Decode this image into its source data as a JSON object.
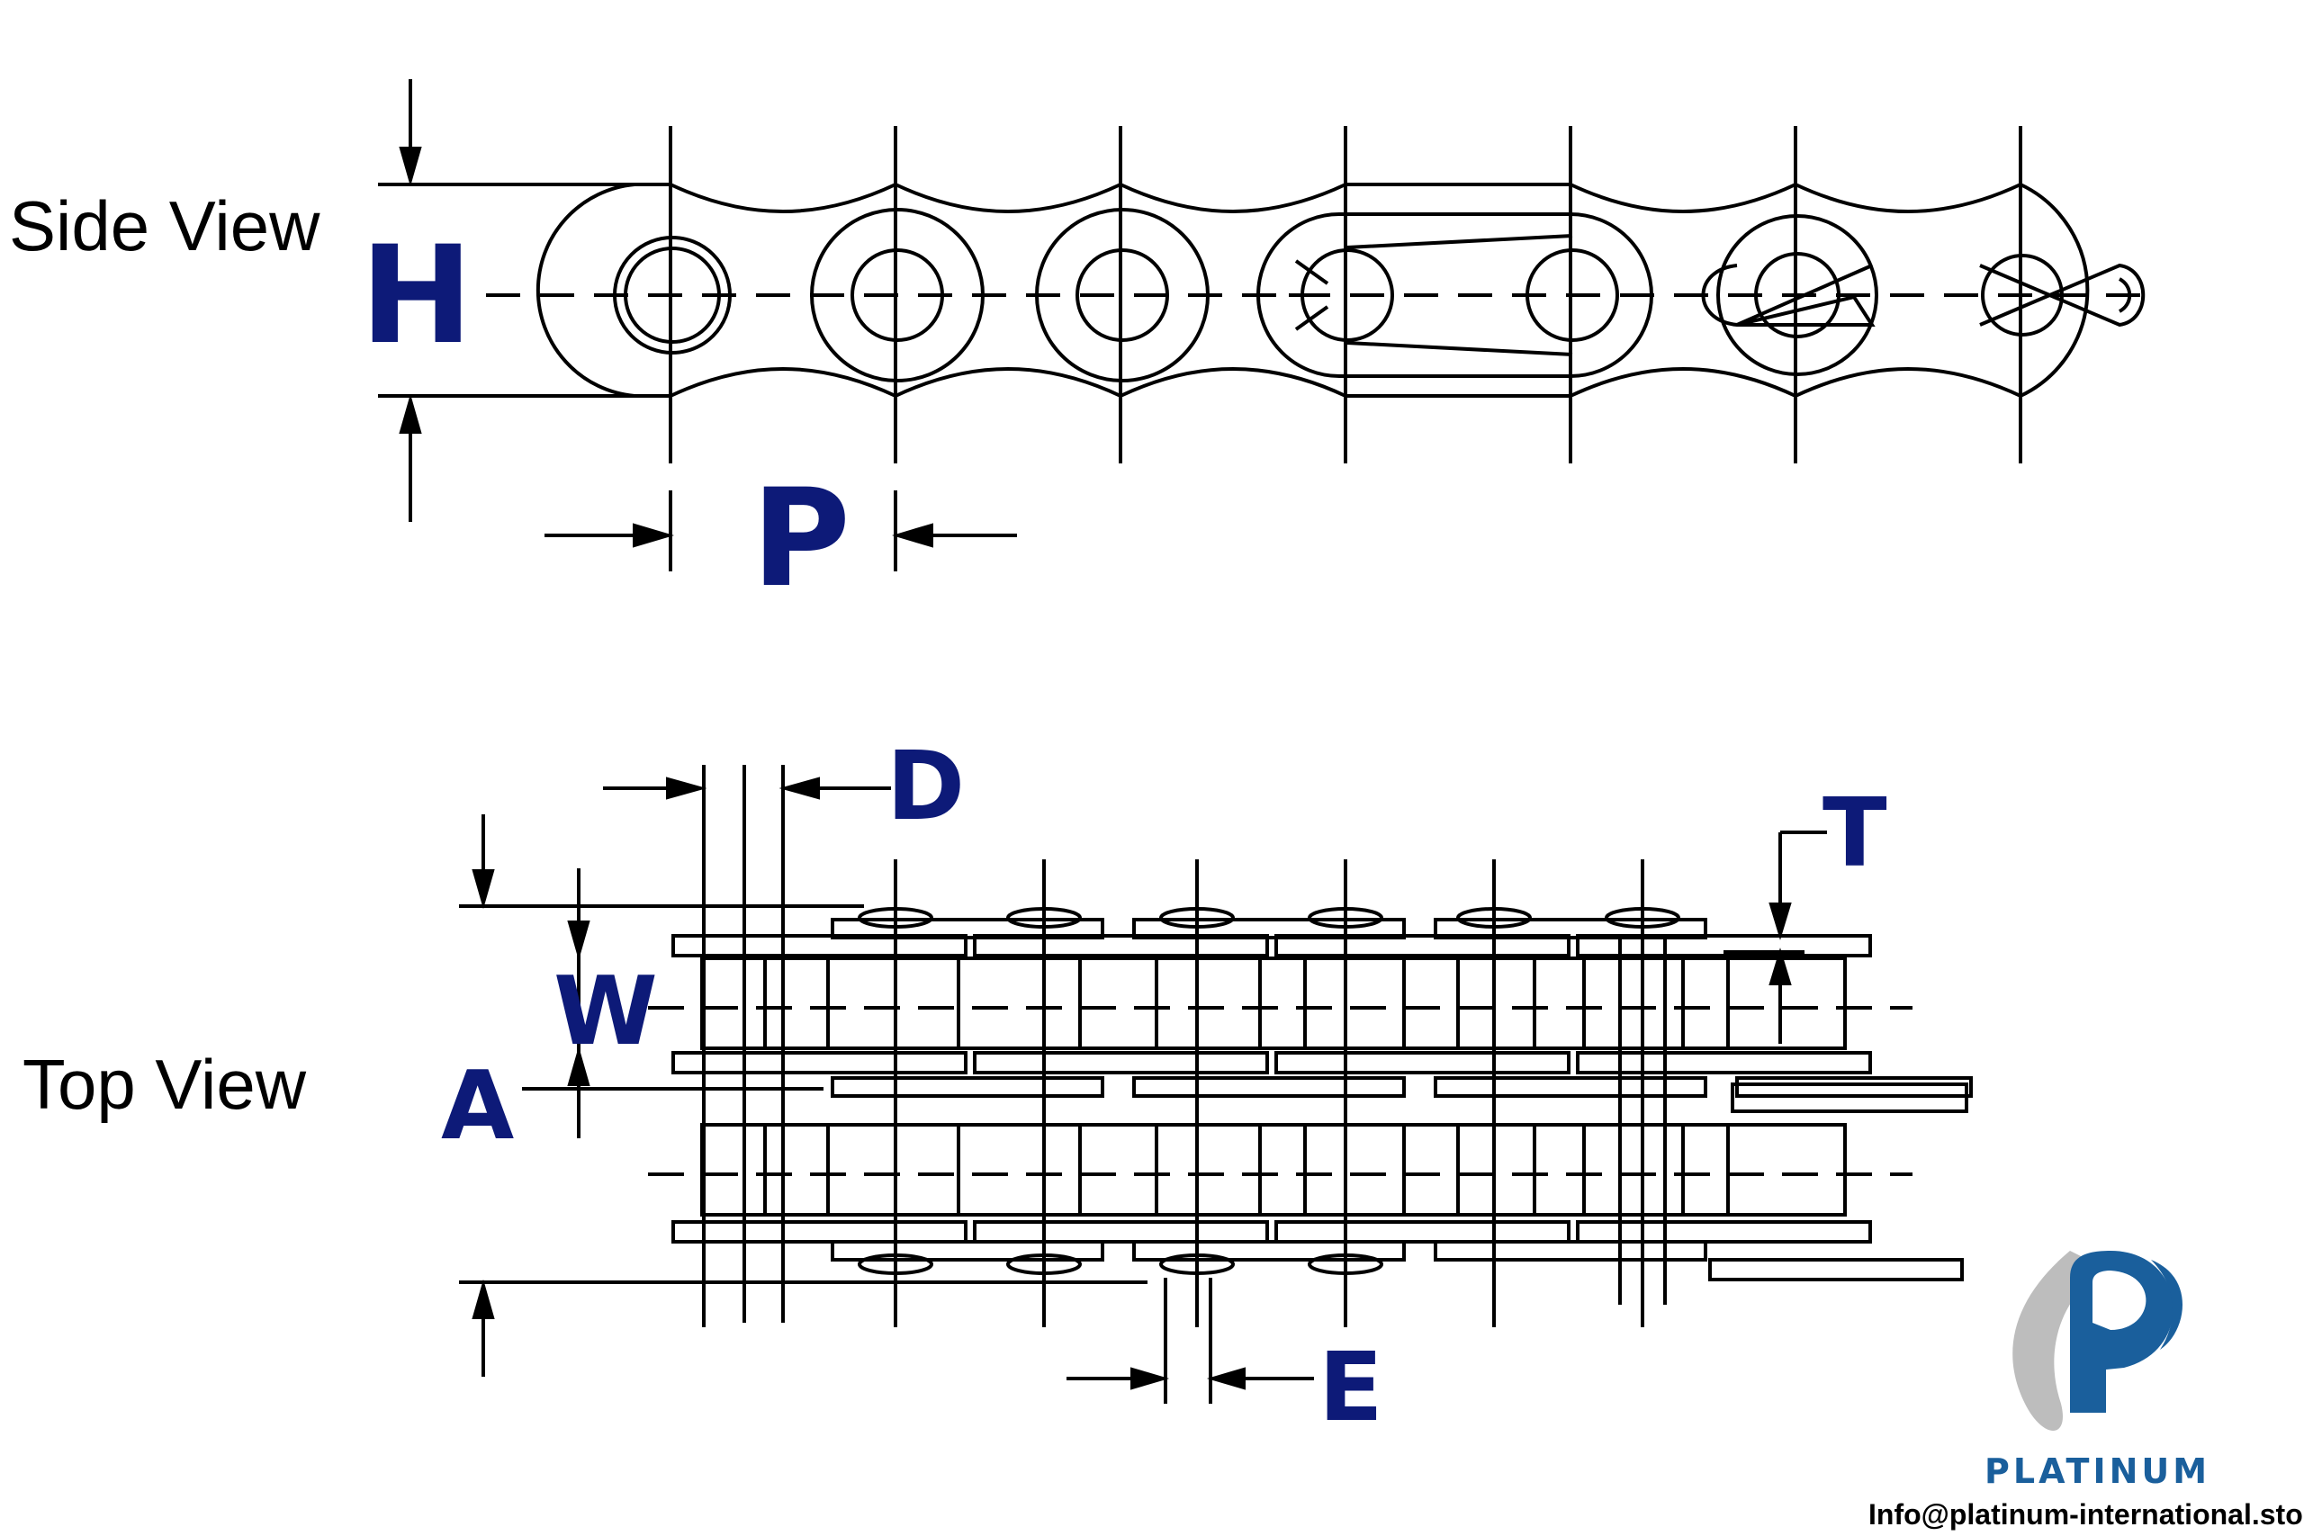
{
  "views": {
    "side": "Side View",
    "top": "Top View"
  },
  "dimensions": {
    "height": "H",
    "pitch": "P",
    "roller_diameter": "D",
    "inner_width": "W",
    "row_spacing": "A",
    "plate_thickness": "T",
    "width_E": "E"
  },
  "brand": {
    "name": "PLATINUM",
    "email": "Info@platinum-international.store"
  },
  "colors": {
    "label_blue": "#0d1a78",
    "line": "#000000",
    "logo_blue": "#1a5f9c",
    "logo_gray": "#bdbdbd"
  },
  "icons": [
    "platinum-logo-icon"
  ]
}
